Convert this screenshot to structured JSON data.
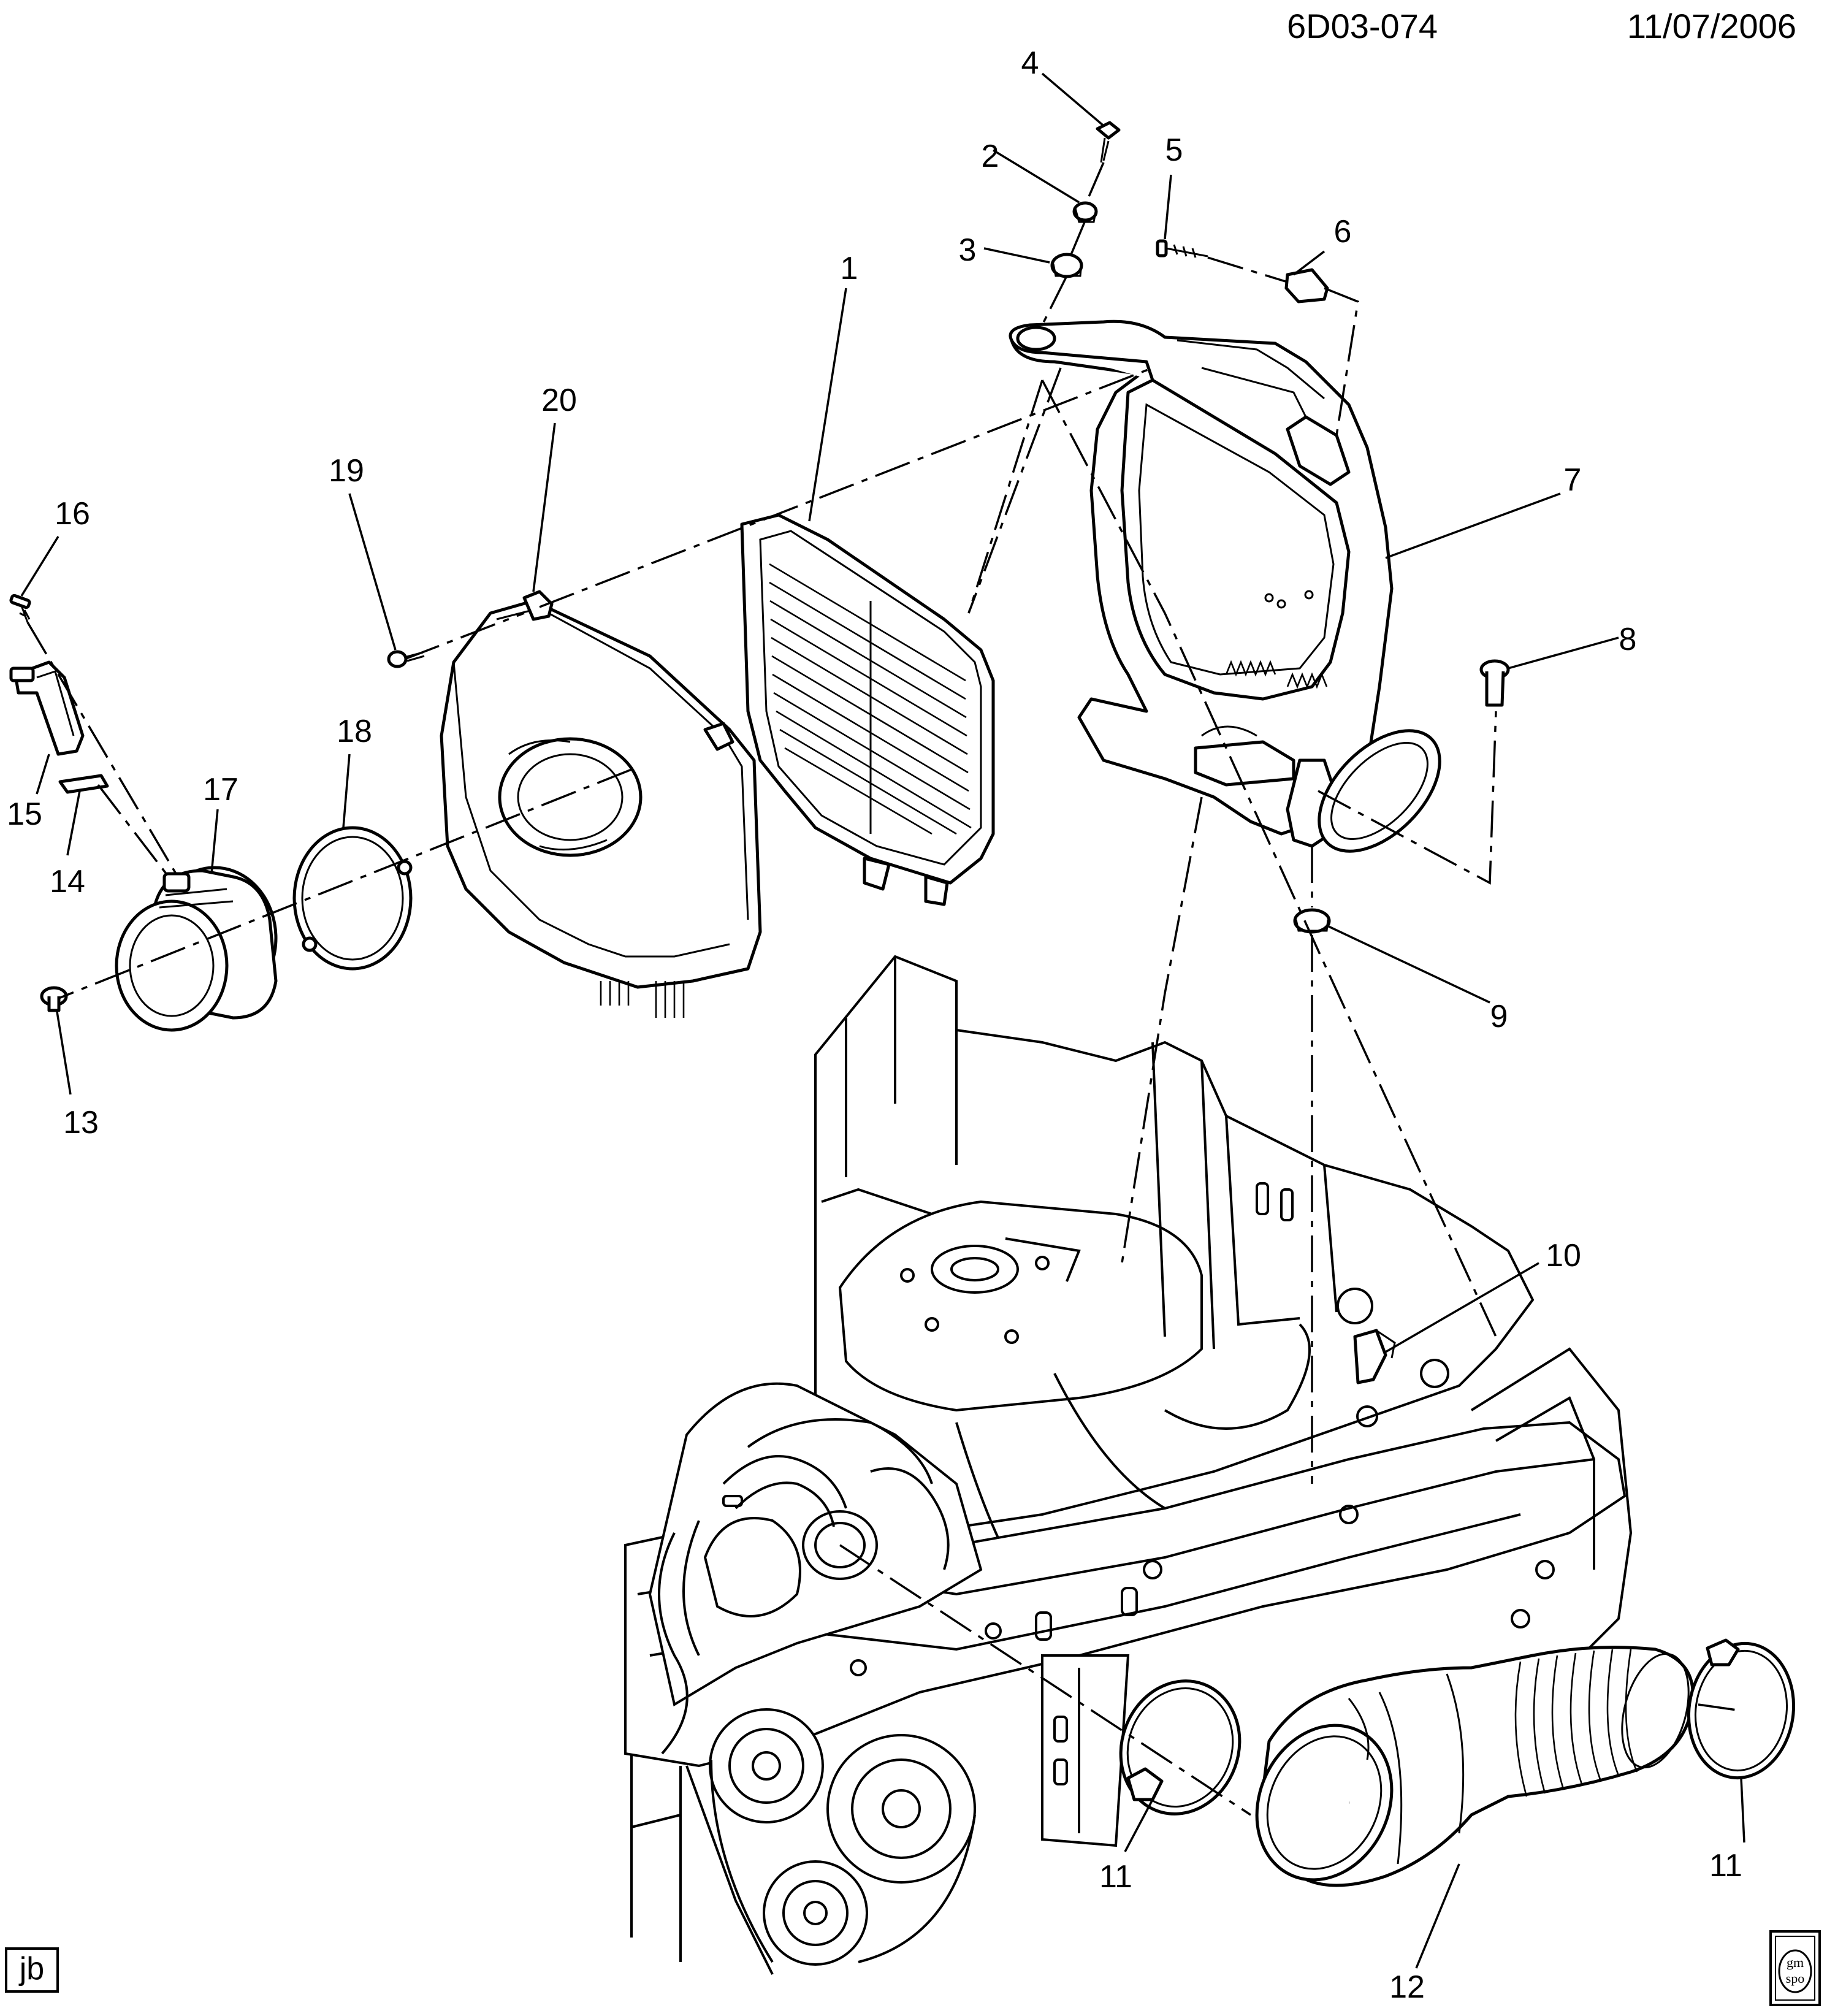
{
  "header": {
    "drawing_id": "6D03-074",
    "date": "11/07/2006"
  },
  "callouts": {
    "c1": "1",
    "c2": "2",
    "c3": "3",
    "c4": "4",
    "c5": "5",
    "c6": "6",
    "c7": "7",
    "c8": "8",
    "c9": "9",
    "c10": "10",
    "c11a": "11",
    "c11b": "11",
    "c12": "12",
    "c13": "13",
    "c14": "14",
    "c15": "15",
    "c16": "16",
    "c17": "17",
    "c18": "18",
    "c19": "19",
    "c20": "20"
  },
  "footer": {
    "author_initials": "jb",
    "logo_top": "gm",
    "logo_bottom": "spo"
  }
}
